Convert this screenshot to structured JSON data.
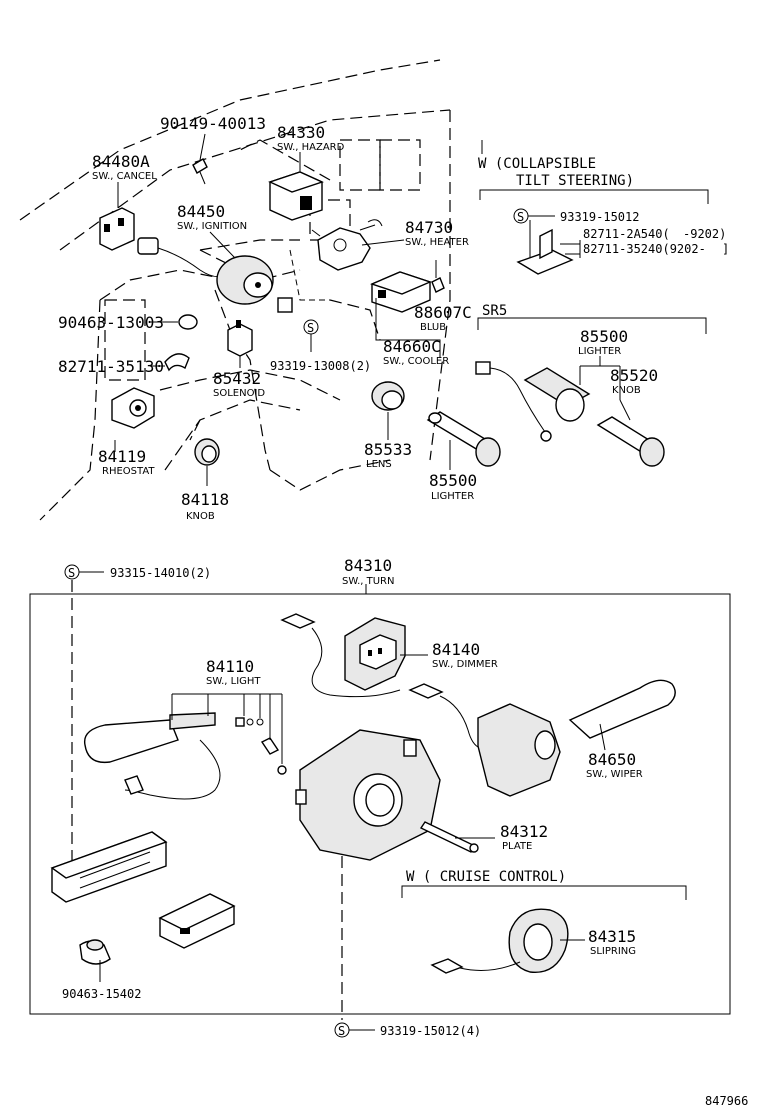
{
  "parts": {
    "p90149": {
      "number": "90149-40013"
    },
    "p84330": {
      "number": "84330",
      "name": "SW., HAZARD"
    },
    "p84480A": {
      "number": "84480A",
      "name": "SW., CANCEL"
    },
    "p84450": {
      "number": "84450",
      "name": "SW., IGNITION"
    },
    "p84730": {
      "number": "84730",
      "name": "SW., HEATER"
    },
    "p90463a": {
      "number": "90463-13003"
    },
    "p82711a": {
      "number": "82711-35130"
    },
    "p93319a": {
      "number": "93319-13008(2)"
    },
    "p88607C": {
      "number": "88607C",
      "name": "BLUB"
    },
    "p84660C": {
      "number": "84660C",
      "name": "SW., COOLER"
    },
    "p85432": {
      "number": "85432",
      "name": "SOLENOID"
    },
    "p84119": {
      "number": "84119",
      "name": "RHEOSTAT"
    },
    "p84118": {
      "number": "84118",
      "name": "KNOB"
    },
    "p85533": {
      "number": "85533",
      "name": "LENS"
    },
    "p85500b": {
      "number": "85500",
      "name": "LIGHTER"
    },
    "p85500a": {
      "number": "85500",
      "name": "LIGHTER"
    },
    "p85520": {
      "number": "85520",
      "name": "KNOB"
    },
    "p93319b": {
      "number": "93319-15012"
    },
    "p82711b": {
      "number": "82711-2A540(",
      "range": "-9202)"
    },
    "p82711c": {
      "number": "82711-35240(9202-",
      "range": "]"
    },
    "p93315": {
      "number": "93315-14010(2)"
    },
    "p84310": {
      "number": "84310",
      "name": "SW., TURN"
    },
    "p84140": {
      "number": "84140",
      "name": "SW., DIMMER"
    },
    "p84110": {
      "number": "84110",
      "name": "SW., LIGHT"
    },
    "p84650": {
      "number": "84650",
      "name": "SW., WIPER"
    },
    "p84312": {
      "number": "84312",
      "name": "PLATE"
    },
    "p84315": {
      "number": "84315",
      "name": "SLIPRING"
    },
    "p90463b": {
      "number": "90463-15402"
    },
    "p93319c": {
      "number": "93319-15012(4)"
    }
  },
  "groups": {
    "collapsible_line1": "W (COLLAPSIBLE",
    "collapsible_line2": "TILT STEERING)",
    "sr5": "SR5",
    "cruise": "W ( CRUISE  CONTROL)"
  },
  "symbols": {
    "s_mark": "S"
  },
  "figure_id": "847966"
}
